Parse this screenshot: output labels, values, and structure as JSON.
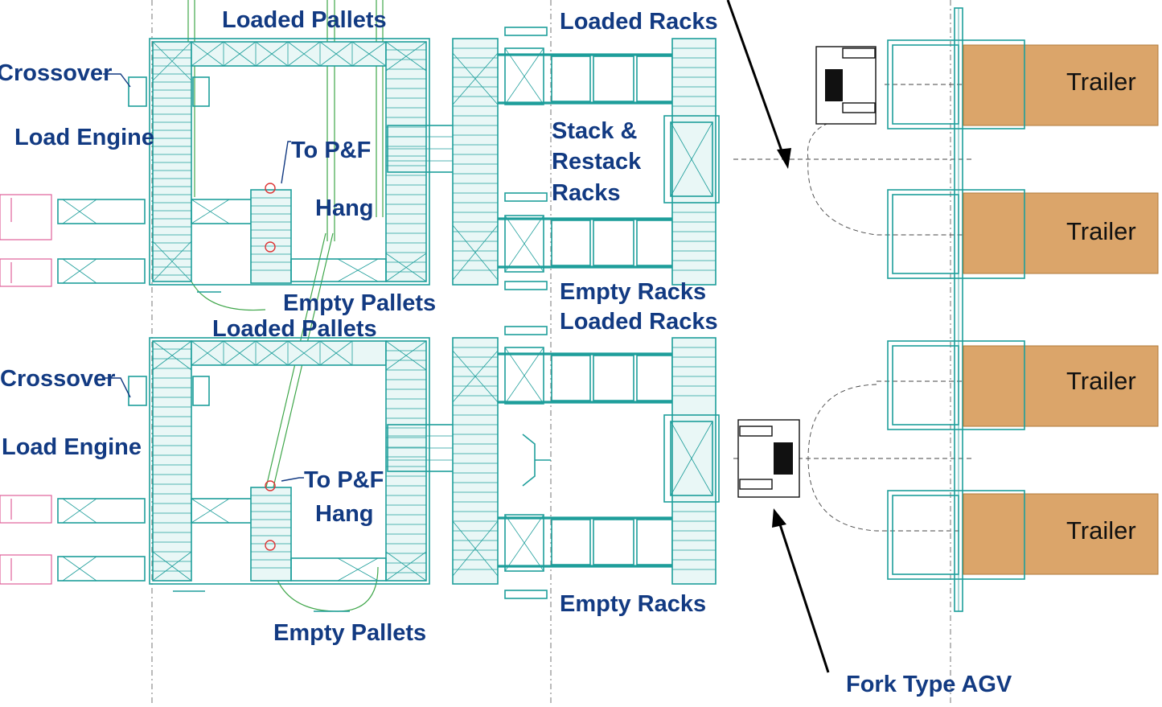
{
  "labels": {
    "loaded_pallets_top": "Loaded Pallets",
    "crossover_top": "Crossover",
    "load_engine_top": "Load Engine",
    "to_pf_top": "To P&F",
    "hang_top": "Hang",
    "empty_pallets_top": "Empty Pallets",
    "loaded_pallets_bottom": "Loaded Pallets",
    "crossover_bottom": "Crossover",
    "load_engine_bottom": "Load Engine",
    "to_pf_bottom": "To P&F",
    "hang_bottom": "Hang",
    "empty_pallets_bottom": "Empty Pallets",
    "loaded_racks_top": "Loaded Racks",
    "stack_line1": "Stack &",
    "stack_line2": "Restack",
    "stack_line3": "Racks",
    "empty_racks_top": "Empty Racks",
    "loaded_racks_bottom": "Loaded Racks",
    "empty_racks_bottom": "Empty Racks",
    "fork_agv": "Fork Type AGV",
    "trailer_1": "Trailer",
    "trailer_2": "Trailer",
    "trailer_3": "Trailer",
    "trailer_4": "Trailer"
  },
  "colors": {
    "label_text": "#123a82",
    "conveyor": "#1e9e9b",
    "trailer_fill": "#dba56a",
    "pink_lines": "#e0609a",
    "agv": "#111111"
  }
}
